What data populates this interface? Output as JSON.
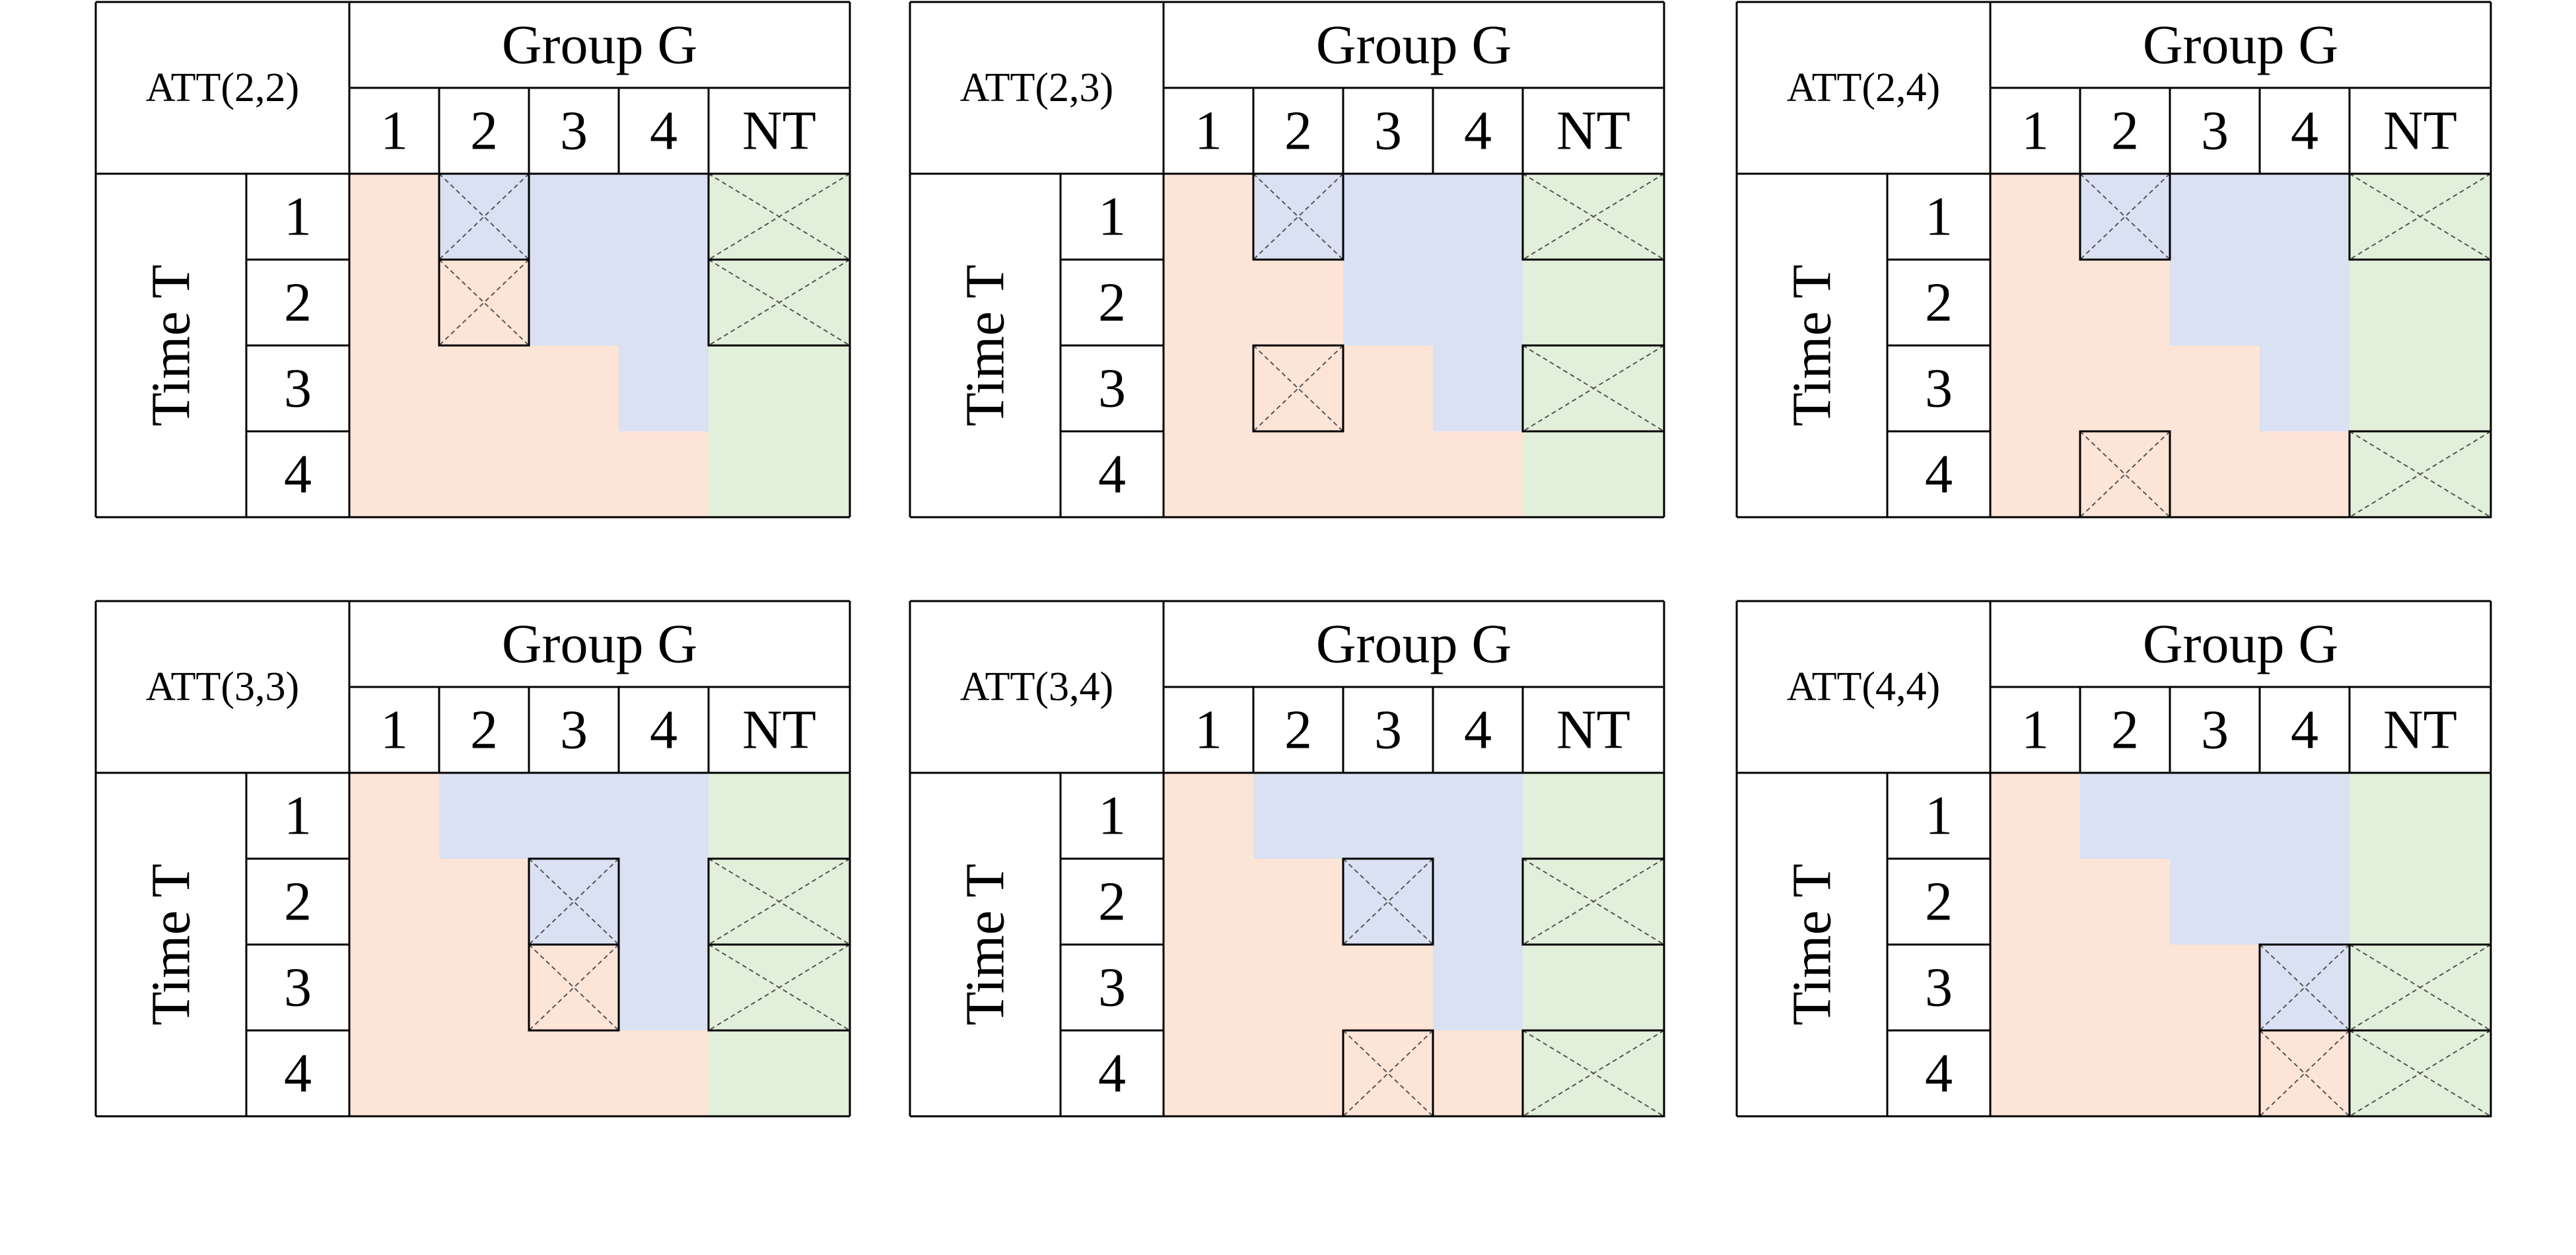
{
  "colors": {
    "treated": "#fce4d6",
    "not_yet_treated": "#d9e1f2",
    "never_treated": "#e2efda",
    "grid": "#000000",
    "cross": "#555555"
  },
  "group_header": "Group G",
  "time_header": "Time T",
  "group_labels": [
    "1",
    "2",
    "3",
    "4",
    "NT"
  ],
  "time_labels": [
    "1",
    "2",
    "3",
    "4"
  ],
  "panels": [
    {
      "title": "ATT(2,2)",
      "cells": [
        [
          "treated",
          "not_yet_treated",
          "not_yet_treated",
          "not_yet_treated",
          "never_treated"
        ],
        [
          "treated",
          "treated",
          "not_yet_treated",
          "not_yet_treated",
          "never_treated"
        ],
        [
          "treated",
          "treated",
          "treated",
          "not_yet_treated",
          "never_treated"
        ],
        [
          "treated",
          "treated",
          "treated",
          "treated",
          "never_treated"
        ]
      ],
      "marked": [
        [
          0,
          1
        ],
        [
          1,
          1
        ],
        [
          0,
          4
        ],
        [
          1,
          4
        ]
      ]
    },
    {
      "title": "ATT(2,3)",
      "cells": [
        [
          "treated",
          "not_yet_treated",
          "not_yet_treated",
          "not_yet_treated",
          "never_treated"
        ],
        [
          "treated",
          "treated",
          "not_yet_treated",
          "not_yet_treated",
          "never_treated"
        ],
        [
          "treated",
          "treated",
          "treated",
          "not_yet_treated",
          "never_treated"
        ],
        [
          "treated",
          "treated",
          "treated",
          "treated",
          "never_treated"
        ]
      ],
      "marked": [
        [
          0,
          1
        ],
        [
          2,
          1
        ],
        [
          0,
          4
        ],
        [
          2,
          4
        ]
      ]
    },
    {
      "title": "ATT(2,4)",
      "cells": [
        [
          "treated",
          "not_yet_treated",
          "not_yet_treated",
          "not_yet_treated",
          "never_treated"
        ],
        [
          "treated",
          "treated",
          "not_yet_treated",
          "not_yet_treated",
          "never_treated"
        ],
        [
          "treated",
          "treated",
          "treated",
          "not_yet_treated",
          "never_treated"
        ],
        [
          "treated",
          "treated",
          "treated",
          "treated",
          "never_treated"
        ]
      ],
      "marked": [
        [
          0,
          1
        ],
        [
          3,
          1
        ],
        [
          0,
          4
        ],
        [
          3,
          4
        ]
      ]
    },
    {
      "title": "ATT(3,3)",
      "cells": [
        [
          "treated",
          "not_yet_treated",
          "not_yet_treated",
          "not_yet_treated",
          "never_treated"
        ],
        [
          "treated",
          "treated",
          "not_yet_treated",
          "not_yet_treated",
          "never_treated"
        ],
        [
          "treated",
          "treated",
          "treated",
          "not_yet_treated",
          "never_treated"
        ],
        [
          "treated",
          "treated",
          "treated",
          "treated",
          "never_treated"
        ]
      ],
      "marked": [
        [
          1,
          2
        ],
        [
          2,
          2
        ],
        [
          1,
          4
        ],
        [
          2,
          4
        ]
      ]
    },
    {
      "title": "ATT(3,4)",
      "cells": [
        [
          "treated",
          "not_yet_treated",
          "not_yet_treated",
          "not_yet_treated",
          "never_treated"
        ],
        [
          "treated",
          "treated",
          "not_yet_treated",
          "not_yet_treated",
          "never_treated"
        ],
        [
          "treated",
          "treated",
          "treated",
          "not_yet_treated",
          "never_treated"
        ],
        [
          "treated",
          "treated",
          "treated",
          "treated",
          "never_treated"
        ]
      ],
      "marked": [
        [
          1,
          2
        ],
        [
          3,
          2
        ],
        [
          1,
          4
        ],
        [
          3,
          4
        ]
      ]
    },
    {
      "title": "ATT(4,4)",
      "cells": [
        [
          "treated",
          "not_yet_treated",
          "not_yet_treated",
          "not_yet_treated",
          "never_treated"
        ],
        [
          "treated",
          "treated",
          "not_yet_treated",
          "not_yet_treated",
          "never_treated"
        ],
        [
          "treated",
          "treated",
          "treated",
          "not_yet_treated",
          "never_treated"
        ],
        [
          "treated",
          "treated",
          "treated",
          "treated",
          "never_treated"
        ]
      ],
      "marked": [
        [
          2,
          3
        ],
        [
          3,
          3
        ],
        [
          2,
          4
        ],
        [
          3,
          4
        ]
      ]
    }
  ]
}
